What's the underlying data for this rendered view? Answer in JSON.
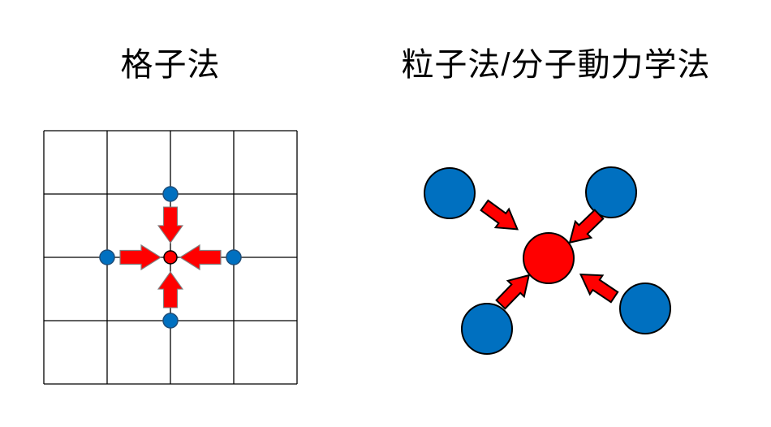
{
  "page": {
    "background": "#ffffff"
  },
  "colors": {
    "background": "#ffffff",
    "red": "#ff0000",
    "blue": "#0070c0",
    "black": "#000000",
    "grid_line": "#000000",
    "left_arrow_outline": "#808080",
    "right_arrow_outline": "#000000",
    "blue_dot_outline": "#1f4e79",
    "title_text": "#000000"
  },
  "diagrams": {
    "grid_method": {
      "title": "格子法",
      "grid_rows": 4,
      "grid_cols": 4,
      "center_node_color": "#ff0000",
      "neighbor_node_color": "#0070c0",
      "neighbor_count": 4,
      "arrow_color": "#ff0000"
    },
    "particle_method": {
      "title": "粒子法/分子動力学法",
      "center_particle_color": "#ff0000",
      "surrounding_particle_color": "#0070c0",
      "surrounding_particle_count": 4,
      "arrow_color": "#ff0000"
    }
  }
}
